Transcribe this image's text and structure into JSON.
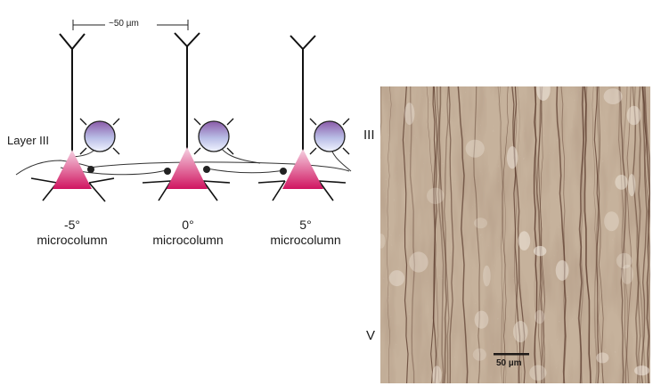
{
  "figure": {
    "scale_top_label": "~50 µm",
    "layer_label": "Layer III",
    "columns": [
      {
        "angle": "-5°",
        "name": "microcolumn"
      },
      {
        "angle": "0°",
        "name": "microcolumn"
      },
      {
        "angle": "5°",
        "name": "microcolumn"
      }
    ]
  },
  "micrograph": {
    "layer_top": "III",
    "layer_bottom": "V",
    "scale_bar_label": "50 µm"
  },
  "colors": {
    "pyramidal_cell_top": "#f4c9dc",
    "pyramidal_cell_bottom": "#d2145e",
    "interneuron_top": "#7b6fb0",
    "interneuron_bottom": "#f1f4ff",
    "tissue_background": "#c3ad95",
    "fiber": "#5a3a2c"
  }
}
